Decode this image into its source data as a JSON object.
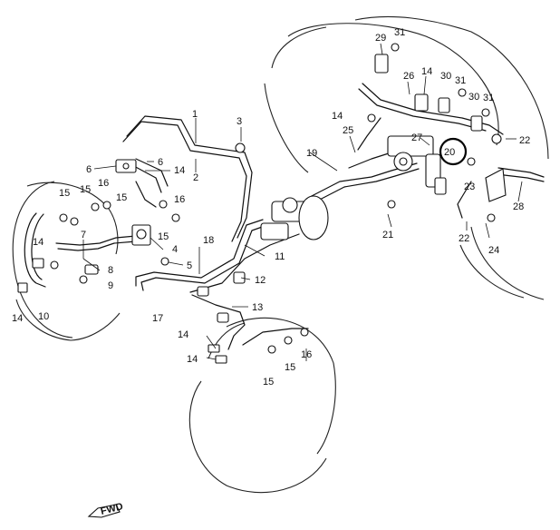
{
  "diagram": {
    "part_labels": [
      {
        "id": "p1",
        "text": "1"
      },
      {
        "id": "p2",
        "text": "2"
      },
      {
        "id": "p3",
        "text": "3"
      },
      {
        "id": "p4",
        "text": "4"
      },
      {
        "id": "p5",
        "text": "5"
      },
      {
        "id": "p6a",
        "text": "6"
      },
      {
        "id": "p6b",
        "text": "6"
      },
      {
        "id": "p7",
        "text": "7"
      },
      {
        "id": "p8",
        "text": "8"
      },
      {
        "id": "p9",
        "text": "9"
      },
      {
        "id": "p10",
        "text": "10"
      },
      {
        "id": "p11",
        "text": "11"
      },
      {
        "id": "p12",
        "text": "12"
      },
      {
        "id": "p13",
        "text": "13"
      },
      {
        "id": "p14a",
        "text": "14"
      },
      {
        "id": "p14b",
        "text": "14"
      },
      {
        "id": "p14c",
        "text": "14"
      },
      {
        "id": "p14d",
        "text": "14"
      },
      {
        "id": "p14e",
        "text": "14"
      },
      {
        "id": "p14f",
        "text": "14"
      },
      {
        "id": "p14g",
        "text": "14"
      },
      {
        "id": "p15a",
        "text": "15"
      },
      {
        "id": "p15b",
        "text": "15"
      },
      {
        "id": "p15c",
        "text": "15"
      },
      {
        "id": "p15d",
        "text": "15"
      },
      {
        "id": "p15e",
        "text": "15"
      },
      {
        "id": "p15f",
        "text": "15"
      },
      {
        "id": "p16a",
        "text": "16"
      },
      {
        "id": "p16b",
        "text": "16"
      },
      {
        "id": "p16c",
        "text": "16"
      },
      {
        "id": "p17",
        "text": "17"
      },
      {
        "id": "p18",
        "text": "18"
      },
      {
        "id": "p19",
        "text": "19"
      },
      {
        "id": "p20",
        "text": "20"
      },
      {
        "id": "p21",
        "text": "21"
      },
      {
        "id": "p22a",
        "text": "22"
      },
      {
        "id": "p22b",
        "text": "22"
      },
      {
        "id": "p23",
        "text": "23"
      },
      {
        "id": "p24",
        "text": "24"
      },
      {
        "id": "p25",
        "text": "25"
      },
      {
        "id": "p26",
        "text": "26"
      },
      {
        "id": "p27",
        "text": "27"
      },
      {
        "id": "p28",
        "text": "28"
      },
      {
        "id": "p29",
        "text": "29"
      },
      {
        "id": "p30a",
        "text": "30"
      },
      {
        "id": "p30b",
        "text": "30"
      },
      {
        "id": "p31a",
        "text": "31"
      },
      {
        "id": "p31b",
        "text": "31"
      },
      {
        "id": "p31c",
        "text": "31"
      }
    ],
    "fwd_label": "FWD",
    "highlighted_part": "20",
    "highlight_color": "#000000"
  }
}
